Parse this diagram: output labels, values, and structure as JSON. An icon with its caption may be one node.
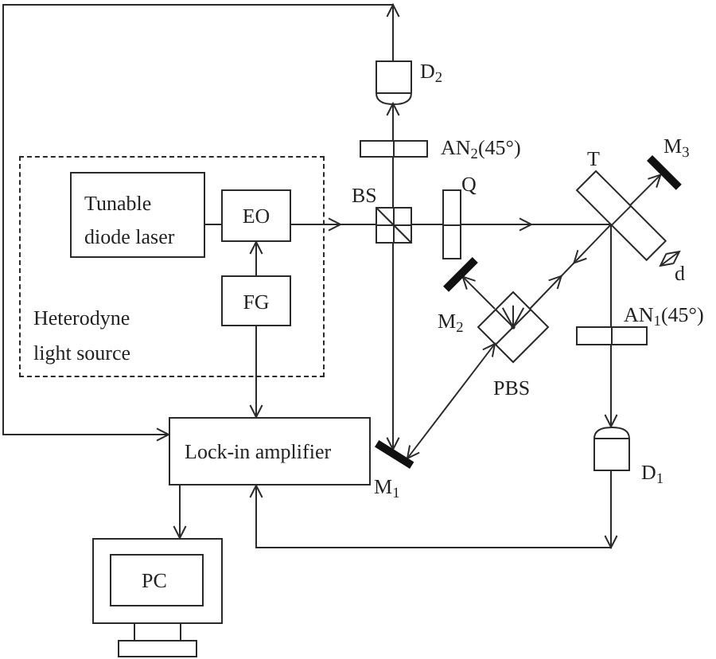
{
  "diagram": {
    "nodes": [
      {
        "text": [
          "Heterodyne light source"
        ]
      },
      {
        "text": [
          "Tunable diode laser"
        ],
        "in": 0
      },
      {
        "text": [
          "EO"
        ],
        "in": 0
      },
      {
        "text": [
          "FG"
        ],
        "in": 0
      },
      {
        "text": [
          "D$_{2}$"
        ]
      },
      {
        "text": [
          "AN$_{2}$(45°)"
        ]
      },
      {
        "text": [
          "BS"
        ]
      },
      {
        "text": [
          "Q"
        ]
      },
      {
        "text": [
          "T"
        ]
      },
      {
        "text": [
          "M$_{3}$"
        ]
      },
      {
        "text": [
          "M$_{2}$"
        ]
      },
      {
        "text": [
          "PBS"
        ]
      },
      {
        "text": [
          "AN$_{1}$(45°)"
        ]
      },
      {
        "text": [
          "Lock-in amplifier"
        ]
      },
      {
        "text": [
          "M$_{1}$"
        ]
      },
      {
        "text": [
          "D$_{1}$"
        ]
      },
      {
        "text": [
          "PC"
        ]
      }
    ],
    "edges": [
      {
        "from": 1,
        "to": 2,
        "arrow": "none"
      },
      {
        "from": 3,
        "to": 2,
        "arrow": "to"
      },
      {
        "from": 3,
        "to": 13,
        "arrow": "to"
      },
      {
        "from": 2,
        "to": 6,
        "arrow": "to"
      },
      {
        "from": 6,
        "to": 5,
        "arrow": "none"
      },
      {
        "from": 5,
        "to": 4,
        "arrow": "to"
      },
      {
        "from": 4,
        "to": 13,
        "arrow": "to"
      },
      {
        "from": 6,
        "to": 7,
        "arrow": "none"
      },
      {
        "from": 7,
        "to": 8,
        "arrow": "to"
      },
      {
        "from": 8,
        "to": 9,
        "arrow": "to"
      },
      {
        "from": 8,
        "to": 11,
        "arrow": "both"
      },
      {
        "from": 11,
        "to": 10,
        "arrow": "to"
      },
      {
        "from": 6,
        "to": 14,
        "arrow": "to"
      },
      {
        "from": 11,
        "to": 14,
        "arrow": "both"
      },
      {
        "from": 8,
        "to": 12,
        "arrow": "none"
      },
      {
        "from": 12,
        "to": 15,
        "arrow": "to"
      },
      {
        "from": 15,
        "to": 13,
        "arrow": "to"
      },
      {
        "from": 13,
        "to": 16,
        "arrow": "to"
      }
    ],
    "labels": [
      "d"
    ]
  }
}
